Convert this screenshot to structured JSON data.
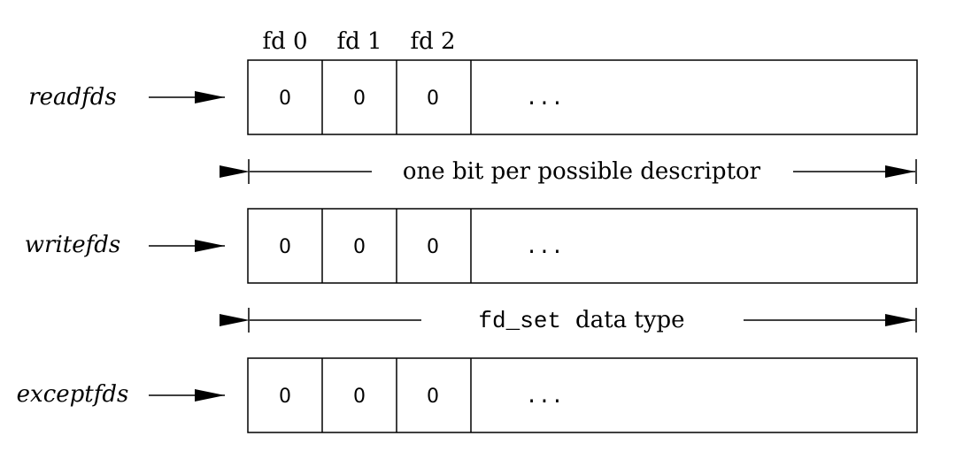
{
  "column_headers": [
    "fd 0",
    "fd 1",
    "fd 2"
  ],
  "rows": [
    {
      "name": "readfds",
      "bits": [
        "0",
        "0",
        "0"
      ],
      "ellipsis": "..."
    },
    {
      "name": "writefds",
      "bits": [
        "0",
        "0",
        "0"
      ],
      "ellipsis": "..."
    },
    {
      "name": "exceptfds",
      "bits": [
        "0",
        "0",
        "0"
      ],
      "ellipsis": "..."
    }
  ],
  "annotations": {
    "bit_per_descriptor": "one bit per possible descriptor",
    "fd_set_code": "fd_set",
    "fd_set_text": "data type"
  },
  "colors": {
    "stroke": "#000000",
    "text": "#000000",
    "background": "#ffffff"
  }
}
